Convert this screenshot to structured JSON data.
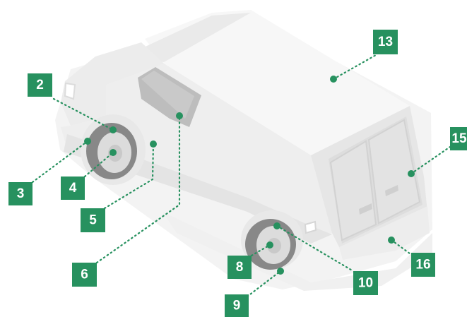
{
  "diagram": {
    "accent_color": "#27915f",
    "callouts": [
      {
        "label": "2"
      },
      {
        "label": "3"
      },
      {
        "label": "4"
      },
      {
        "label": "5"
      },
      {
        "label": "6"
      },
      {
        "label": "8"
      },
      {
        "label": "9"
      },
      {
        "label": "10"
      },
      {
        "label": "13"
      },
      {
        "label": "15"
      },
      {
        "label": "16"
      }
    ]
  }
}
